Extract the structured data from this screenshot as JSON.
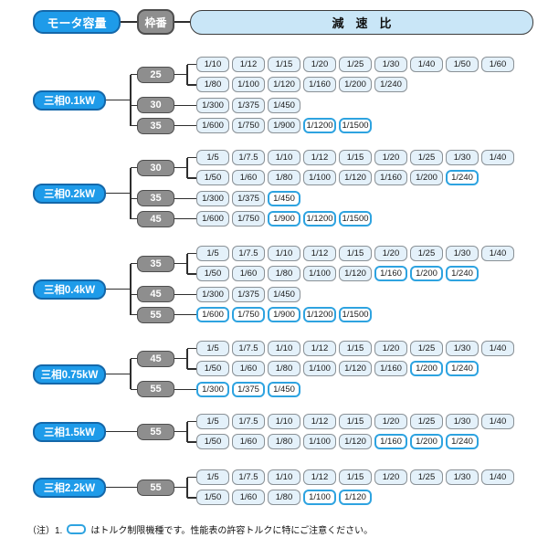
{
  "header": {
    "motor_capacity": "モータ容量",
    "frame_number": "枠番",
    "reduction_ratio": "減　速　比"
  },
  "colors": {
    "motor_fill": "#1E9BE9",
    "motor_border": "#1467A9",
    "frame_fill": "#8E8E8E",
    "frame_border": "#4D4D4D",
    "ratio_fill": "#E4F1FA",
    "ratio_border": "#8A9196",
    "torque_fill": "#FFFFFF",
    "torque_border": "#2EA3E0",
    "ratio_header_fill": "#C9E6F7",
    "line": "#2E2E2E"
  },
  "blocks": [
    {
      "motor": "三相0.1kW",
      "frames": [
        {
          "size": "25",
          "rows": [
            [
              {
                "ratio": "1/10",
                "torque_limited": false
              },
              {
                "ratio": "1/12",
                "torque_limited": false
              },
              {
                "ratio": "1/15",
                "torque_limited": false
              },
              {
                "ratio": "1/20",
                "torque_limited": false
              },
              {
                "ratio": "1/25",
                "torque_limited": false
              },
              {
                "ratio": "1/30",
                "torque_limited": false
              },
              {
                "ratio": "1/40",
                "torque_limited": false
              },
              {
                "ratio": "1/50",
                "torque_limited": false
              },
              {
                "ratio": "1/60",
                "torque_limited": false
              }
            ],
            [
              {
                "ratio": "1/80",
                "torque_limited": false
              },
              {
                "ratio": "1/100",
                "torque_limited": false
              },
              {
                "ratio": "1/120",
                "torque_limited": false
              },
              {
                "ratio": "1/160",
                "torque_limited": false
              },
              {
                "ratio": "1/200",
                "torque_limited": false
              },
              {
                "ratio": "1/240",
                "torque_limited": false
              }
            ]
          ]
        },
        {
          "size": "30",
          "rows": [
            [
              {
                "ratio": "1/300",
                "torque_limited": false
              },
              {
                "ratio": "1/375",
                "torque_limited": false
              },
              {
                "ratio": "1/450",
                "torque_limited": false
              }
            ]
          ]
        },
        {
          "size": "35",
          "rows": [
            [
              {
                "ratio": "1/600",
                "torque_limited": false
              },
              {
                "ratio": "1/750",
                "torque_limited": false
              },
              {
                "ratio": "1/900",
                "torque_limited": false
              },
              {
                "ratio": "1/1200",
                "torque_limited": true
              },
              {
                "ratio": "1/1500",
                "torque_limited": true
              }
            ]
          ]
        }
      ]
    },
    {
      "motor": "三相0.2kW",
      "frames": [
        {
          "size": "30",
          "rows": [
            [
              {
                "ratio": "1/5",
                "torque_limited": false
              },
              {
                "ratio": "1/7.5",
                "torque_limited": false
              },
              {
                "ratio": "1/10",
                "torque_limited": false
              },
              {
                "ratio": "1/12",
                "torque_limited": false
              },
              {
                "ratio": "1/15",
                "torque_limited": false
              },
              {
                "ratio": "1/20",
                "torque_limited": false
              },
              {
                "ratio": "1/25",
                "torque_limited": false
              },
              {
                "ratio": "1/30",
                "torque_limited": false
              },
              {
                "ratio": "1/40",
                "torque_limited": false
              }
            ],
            [
              {
                "ratio": "1/50",
                "torque_limited": false
              },
              {
                "ratio": "1/60",
                "torque_limited": false
              },
              {
                "ratio": "1/80",
                "torque_limited": false
              },
              {
                "ratio": "1/100",
                "torque_limited": false
              },
              {
                "ratio": "1/120",
                "torque_limited": false
              },
              {
                "ratio": "1/160",
                "torque_limited": false
              },
              {
                "ratio": "1/200",
                "torque_limited": false
              },
              {
                "ratio": "1/240",
                "torque_limited": true
              }
            ]
          ]
        },
        {
          "size": "35",
          "rows": [
            [
              {
                "ratio": "1/300",
                "torque_limited": false
              },
              {
                "ratio": "1/375",
                "torque_limited": false
              },
              {
                "ratio": "1/450",
                "torque_limited": true
              }
            ]
          ]
        },
        {
          "size": "45",
          "rows": [
            [
              {
                "ratio": "1/600",
                "torque_limited": false
              },
              {
                "ratio": "1/750",
                "torque_limited": false
              },
              {
                "ratio": "1/900",
                "torque_limited": true
              },
              {
                "ratio": "1/1200",
                "torque_limited": true
              },
              {
                "ratio": "1/1500",
                "torque_limited": true
              }
            ]
          ]
        }
      ]
    },
    {
      "motor": "三相0.4kW",
      "frames": [
        {
          "size": "35",
          "rows": [
            [
              {
                "ratio": "1/5",
                "torque_limited": false
              },
              {
                "ratio": "1/7.5",
                "torque_limited": false
              },
              {
                "ratio": "1/10",
                "torque_limited": false
              },
              {
                "ratio": "1/12",
                "torque_limited": false
              },
              {
                "ratio": "1/15",
                "torque_limited": false
              },
              {
                "ratio": "1/20",
                "torque_limited": false
              },
              {
                "ratio": "1/25",
                "torque_limited": false
              },
              {
                "ratio": "1/30",
                "torque_limited": false
              },
              {
                "ratio": "1/40",
                "torque_limited": false
              }
            ],
            [
              {
                "ratio": "1/50",
                "torque_limited": false
              },
              {
                "ratio": "1/60",
                "torque_limited": false
              },
              {
                "ratio": "1/80",
                "torque_limited": false
              },
              {
                "ratio": "1/100",
                "torque_limited": false
              },
              {
                "ratio": "1/120",
                "torque_limited": false
              },
              {
                "ratio": "1/160",
                "torque_limited": true
              },
              {
                "ratio": "1/200",
                "torque_limited": true
              },
              {
                "ratio": "1/240",
                "torque_limited": true
              }
            ]
          ]
        },
        {
          "size": "45",
          "rows": [
            [
              {
                "ratio": "1/300",
                "torque_limited": false
              },
              {
                "ratio": "1/375",
                "torque_limited": false
              },
              {
                "ratio": "1/450",
                "torque_limited": false
              }
            ]
          ]
        },
        {
          "size": "55",
          "rows": [
            [
              {
                "ratio": "1/600",
                "torque_limited": true
              },
              {
                "ratio": "1/750",
                "torque_limited": true
              },
              {
                "ratio": "1/900",
                "torque_limited": true
              },
              {
                "ratio": "1/1200",
                "torque_limited": true
              },
              {
                "ratio": "1/1500",
                "torque_limited": true
              }
            ]
          ]
        }
      ]
    },
    {
      "motor": "三相0.75kW",
      "frames": [
        {
          "size": "45",
          "rows": [
            [
              {
                "ratio": "1/5",
                "torque_limited": false
              },
              {
                "ratio": "1/7.5",
                "torque_limited": false
              },
              {
                "ratio": "1/10",
                "torque_limited": false
              },
              {
                "ratio": "1/12",
                "torque_limited": false
              },
              {
                "ratio": "1/15",
                "torque_limited": false
              },
              {
                "ratio": "1/20",
                "torque_limited": false
              },
              {
                "ratio": "1/25",
                "torque_limited": false
              },
              {
                "ratio": "1/30",
                "torque_limited": false
              },
              {
                "ratio": "1/40",
                "torque_limited": false
              }
            ],
            [
              {
                "ratio": "1/50",
                "torque_limited": false
              },
              {
                "ratio": "1/60",
                "torque_limited": false
              },
              {
                "ratio": "1/80",
                "torque_limited": false
              },
              {
                "ratio": "1/100",
                "torque_limited": false
              },
              {
                "ratio": "1/120",
                "torque_limited": false
              },
              {
                "ratio": "1/160",
                "torque_limited": false
              },
              {
                "ratio": "1/200",
                "torque_limited": true
              },
              {
                "ratio": "1/240",
                "torque_limited": true
              }
            ]
          ]
        },
        {
          "size": "55",
          "rows": [
            [
              {
                "ratio": "1/300",
                "torque_limited": true
              },
              {
                "ratio": "1/375",
                "torque_limited": true
              },
              {
                "ratio": "1/450",
                "torque_limited": true
              }
            ]
          ]
        }
      ]
    },
    {
      "motor": "三相1.5kW",
      "frames": [
        {
          "size": "55",
          "rows": [
            [
              {
                "ratio": "1/5",
                "torque_limited": false
              },
              {
                "ratio": "1/7.5",
                "torque_limited": false
              },
              {
                "ratio": "1/10",
                "torque_limited": false
              },
              {
                "ratio": "1/12",
                "torque_limited": false
              },
              {
                "ratio": "1/15",
                "torque_limited": false
              },
              {
                "ratio": "1/20",
                "torque_limited": false
              },
              {
                "ratio": "1/25",
                "torque_limited": false
              },
              {
                "ratio": "1/30",
                "torque_limited": false
              },
              {
                "ratio": "1/40",
                "torque_limited": false
              }
            ],
            [
              {
                "ratio": "1/50",
                "torque_limited": false
              },
              {
                "ratio": "1/60",
                "torque_limited": false
              },
              {
                "ratio": "1/80",
                "torque_limited": false
              },
              {
                "ratio": "1/100",
                "torque_limited": false
              },
              {
                "ratio": "1/120",
                "torque_limited": false
              },
              {
                "ratio": "1/160",
                "torque_limited": true
              },
              {
                "ratio": "1/200",
                "torque_limited": true
              },
              {
                "ratio": "1/240",
                "torque_limited": true
              }
            ]
          ]
        }
      ]
    },
    {
      "motor": "三相2.2kW",
      "frames": [
        {
          "size": "55",
          "rows": [
            [
              {
                "ratio": "1/5",
                "torque_limited": false
              },
              {
                "ratio": "1/7.5",
                "torque_limited": false
              },
              {
                "ratio": "1/10",
                "torque_limited": false
              },
              {
                "ratio": "1/12",
                "torque_limited": false
              },
              {
                "ratio": "1/15",
                "torque_limited": false
              },
              {
                "ratio": "1/20",
                "torque_limited": false
              },
              {
                "ratio": "1/25",
                "torque_limited": false
              },
              {
                "ratio": "1/30",
                "torque_limited": false
              },
              {
                "ratio": "1/40",
                "torque_limited": false
              }
            ],
            [
              {
                "ratio": "1/50",
                "torque_limited": false
              },
              {
                "ratio": "1/60",
                "torque_limited": false
              },
              {
                "ratio": "1/80",
                "torque_limited": false
              },
              {
                "ratio": "1/100",
                "torque_limited": true
              },
              {
                "ratio": "1/120",
                "torque_limited": true
              }
            ]
          ]
        }
      ]
    }
  ],
  "footnote": {
    "prefix": "（注）1.",
    "text": "はトルク制限機種です。性能表の許容トルクに特にご注意ください。"
  }
}
